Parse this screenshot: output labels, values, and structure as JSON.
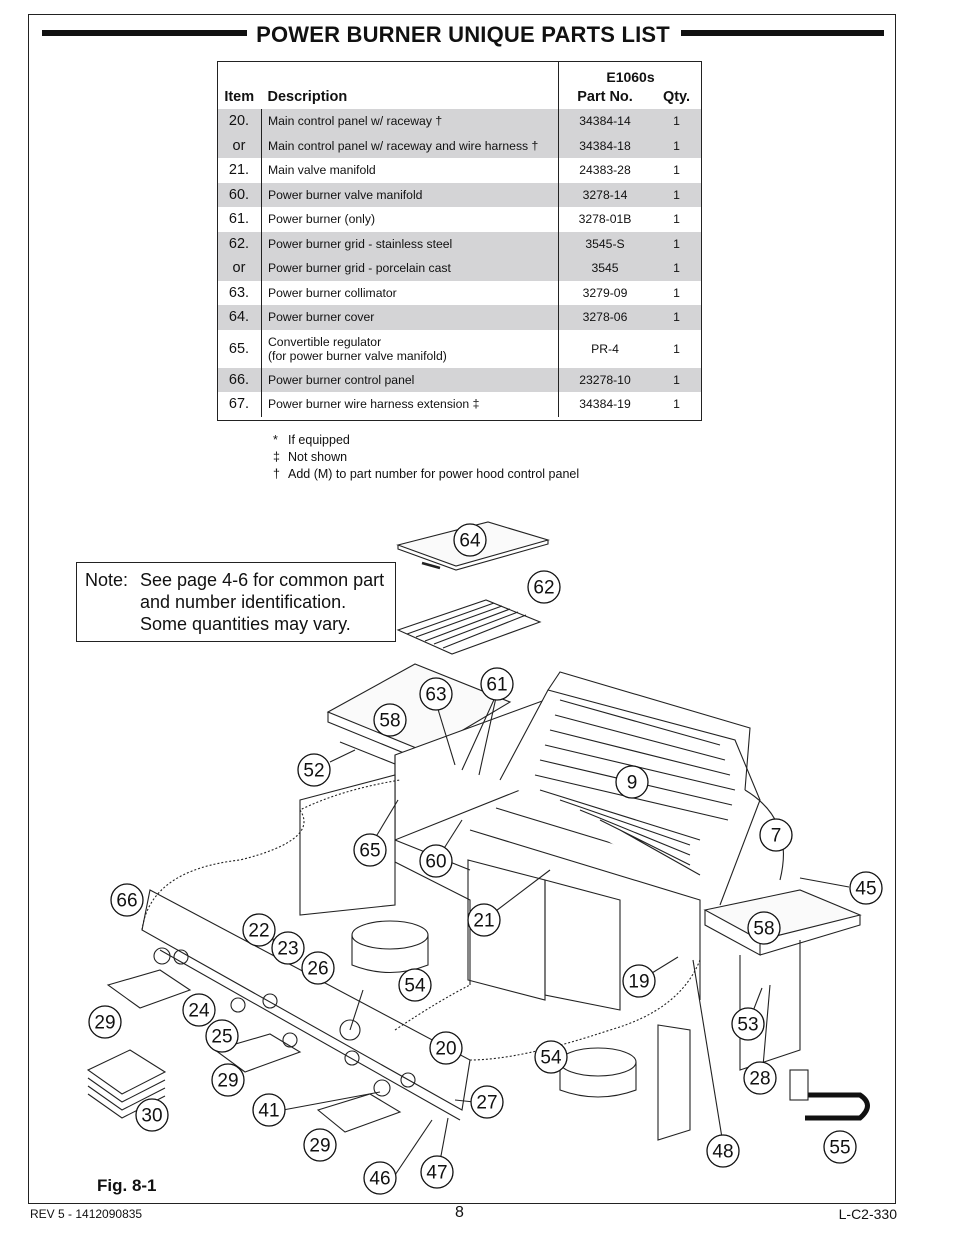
{
  "title": "POWER BURNER UNIQUE PARTS LIST",
  "table": {
    "model": "E1060s",
    "headers": {
      "item": "Item",
      "description": "Description",
      "part_no": "Part No.",
      "qty": "Qty."
    },
    "rows": [
      {
        "item": "20.",
        "description": "Main control panel w/ raceway †",
        "part_no": "34384-14",
        "qty": "1"
      },
      {
        "item": "or",
        "description": "Main control panel w/ raceway and wire harness †",
        "part_no": "34384-18",
        "qty": "1"
      },
      {
        "item": "21.",
        "description": "Main valve manifold",
        "part_no": "24383-28",
        "qty": "1"
      },
      {
        "item": "60.",
        "description": "Power burner valve manifold",
        "part_no": "3278-14",
        "qty": "1"
      },
      {
        "item": "61.",
        "description": "Power burner (only)",
        "part_no": "3278-01B",
        "qty": "1"
      },
      {
        "item": "62.",
        "description": "Power burner grid - stainless steel",
        "part_no": "3545-S",
        "qty": "1"
      },
      {
        "item": "or",
        "description": "Power burner grid - porcelain cast",
        "part_no": "3545",
        "qty": "1"
      },
      {
        "item": "63.",
        "description": "Power burner collimator",
        "part_no": "3279-09",
        "qty": "1"
      },
      {
        "item": "64.",
        "description": "Power burner cover",
        "part_no": "3278-06",
        "qty": "1"
      },
      {
        "item": "65.",
        "description": "Convertible regulator",
        "description2": "(for power burner valve manifold)",
        "part_no": "PR-4",
        "qty": "1"
      },
      {
        "item": "66.",
        "description": "Power burner control panel",
        "part_no": "23278-10",
        "qty": "1"
      },
      {
        "item": "67.",
        "description": "Power burner wire harness extension ‡",
        "part_no": "34384-19",
        "qty": "1"
      }
    ]
  },
  "notes": [
    {
      "symbol": "*",
      "text": "If equipped"
    },
    {
      "symbol": "‡",
      "text": "Not shown"
    },
    {
      "symbol": "†",
      "text": "Add (M) to part number for power hood control panel"
    }
  ],
  "note_box": {
    "label": "Note:",
    "text": "See page 4-6 for common part and number identification. Some quantities may vary."
  },
  "callouts": [
    "64",
    "62",
    "63",
    "61",
    "58",
    "52",
    "9",
    "7",
    "45",
    "66",
    "65",
    "60",
    "21",
    "58",
    "22",
    "23",
    "26",
    "54",
    "19",
    "53",
    "29",
    "24",
    "25",
    "20",
    "54",
    "28",
    "29",
    "41",
    "27",
    "29",
    "46",
    "47",
    "48",
    "55",
    "30"
  ],
  "figure_label": "Fig. 8-1",
  "footer": {
    "revision": "REV 5 - 1412090835",
    "page_number": "8",
    "doc_code": "L-C2-330"
  }
}
